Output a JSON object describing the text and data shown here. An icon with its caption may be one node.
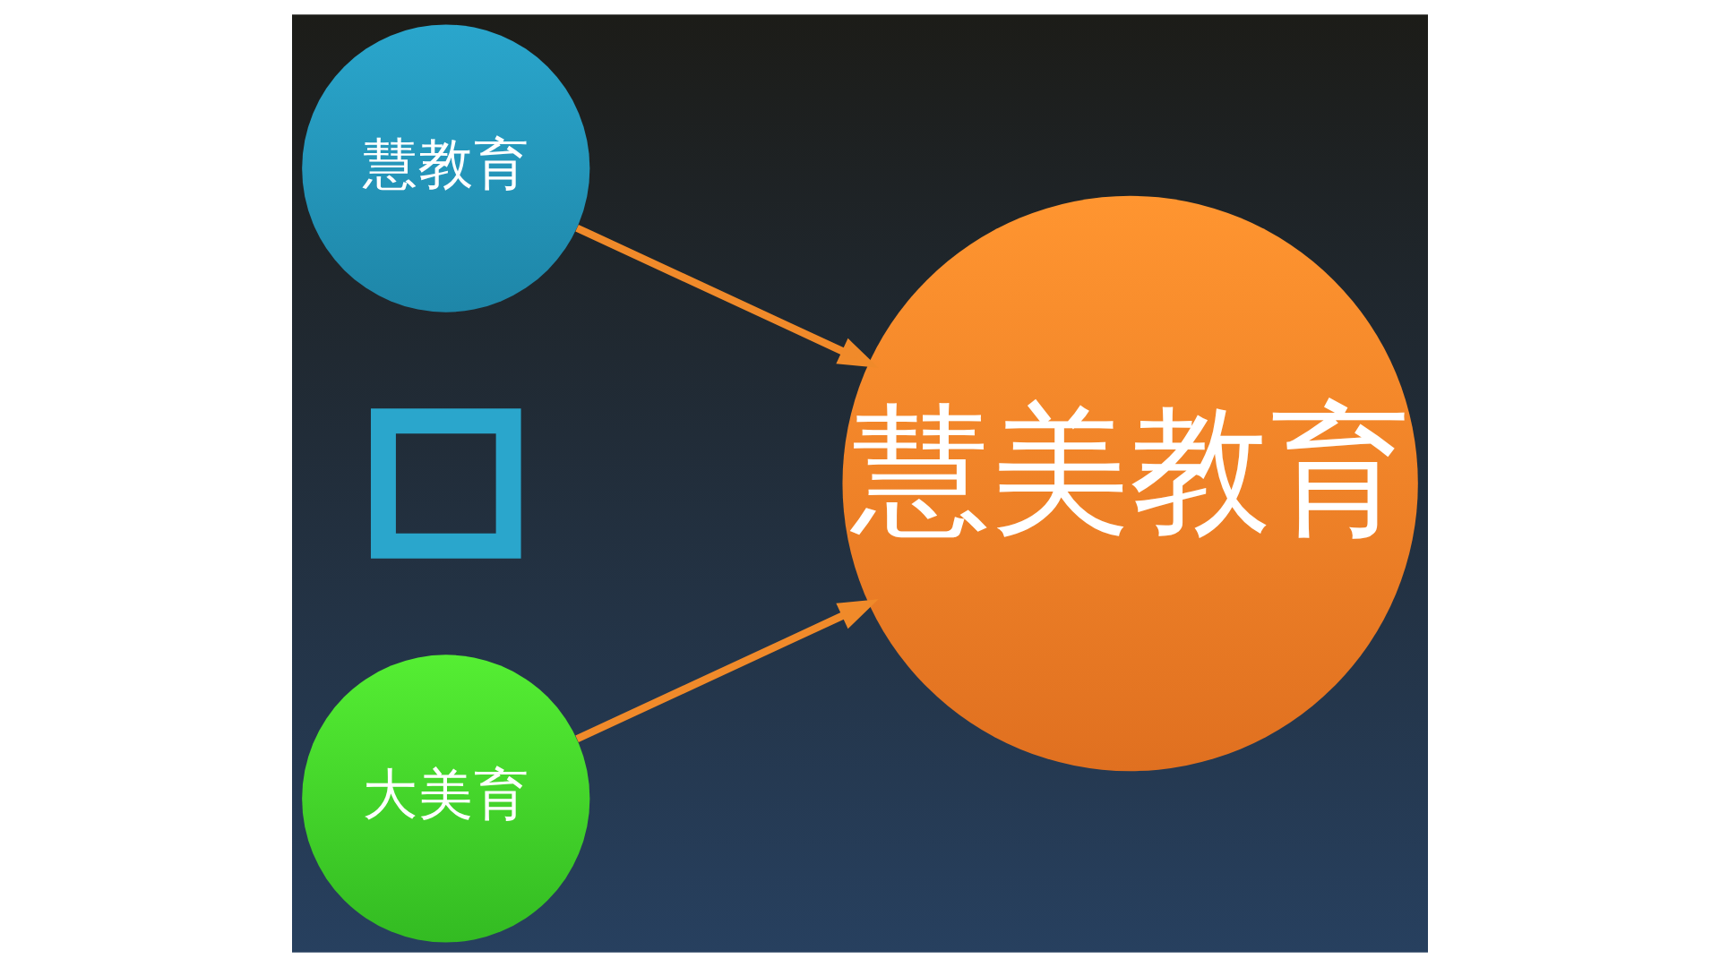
{
  "diagram": {
    "nodes": [
      {
        "text": [
          "慧教育"
        ]
      },
      {
        "text": [],
        "shape": "plus"
      },
      {
        "text": [
          "大美育"
        ]
      },
      {
        "text": [
          "慧美教育"
        ]
      }
    ],
    "edges": [
      {
        "from": 0,
        "to": 3,
        "arrow": "to"
      },
      {
        "from": 2,
        "to": 3,
        "arrow": "to"
      }
    ]
  }
}
